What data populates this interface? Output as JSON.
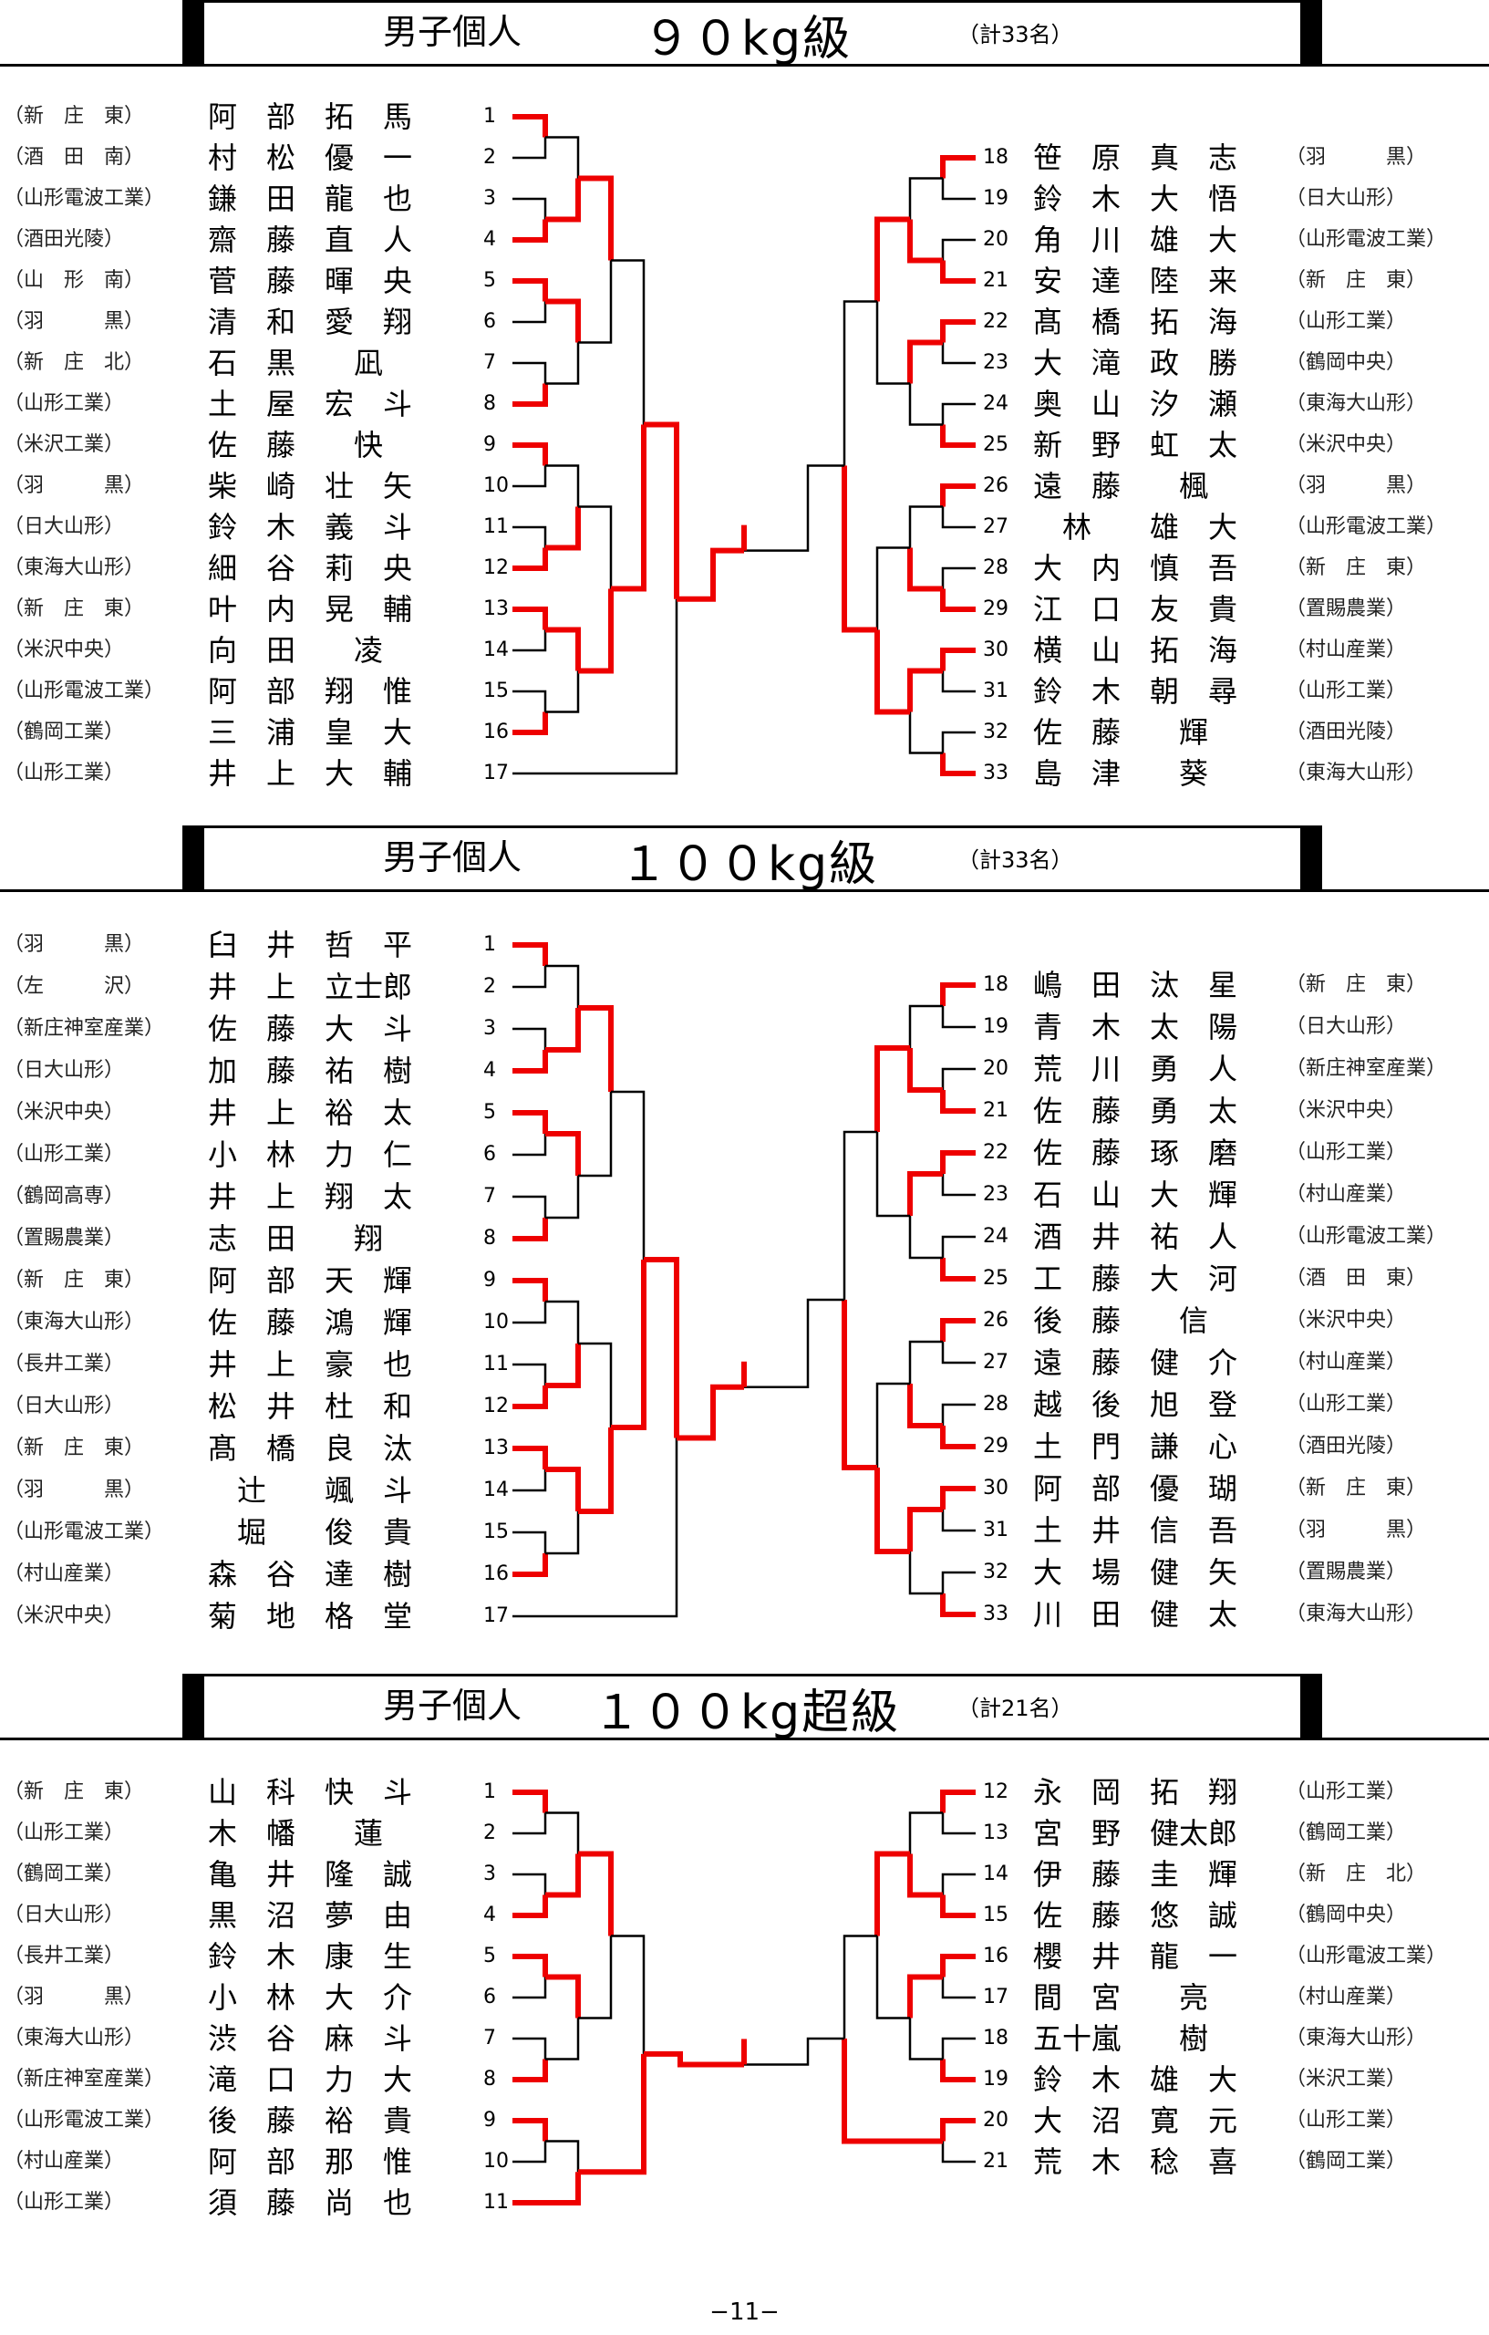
{
  "page_number": "−11−",
  "sections": [
    {
      "title": "男子個人",
      "weight_class": "９０kg級",
      "count": "（計33名）",
      "left": [
        {
          "no": "1",
          "school": "（新　庄　東）",
          "name": "阿　部　拓　馬"
        },
        {
          "no": "2",
          "school": "（酒　田　南）",
          "name": "村　松　優　一"
        },
        {
          "no": "3",
          "school": "（山形電波工業）",
          "name": "鎌　田　龍　也"
        },
        {
          "no": "4",
          "school": "（酒田光陵）",
          "name": "齋　藤　直　人"
        },
        {
          "no": "5",
          "school": "（山　形　南）",
          "name": "菅　藤　暉　央"
        },
        {
          "no": "6",
          "school": "（羽　　　黒）",
          "name": "清　和　愛　翔"
        },
        {
          "no": "7",
          "school": "（新　庄　北）",
          "name": "石　黒　　凪"
        },
        {
          "no": "8",
          "school": "（山形工業）",
          "name": "土　屋　宏　斗"
        },
        {
          "no": "9",
          "school": "（米沢工業）",
          "name": "佐　藤　　快"
        },
        {
          "no": "10",
          "school": "（羽　　　黒）",
          "name": "柴　崎　壮　矢"
        },
        {
          "no": "11",
          "school": "（日大山形）",
          "name": "鈴　木　義　斗"
        },
        {
          "no": "12",
          "school": "（東海大山形）",
          "name": "細　谷　莉　央"
        },
        {
          "no": "13",
          "school": "（新　庄　東）",
          "name": "叶　内　晃　輔"
        },
        {
          "no": "14",
          "school": "（米沢中央）",
          "name": "向　田　　凌"
        },
        {
          "no": "15",
          "school": "（山形電波工業）",
          "name": "阿　部　翔　惟"
        },
        {
          "no": "16",
          "school": "（鶴岡工業）",
          "name": "三　浦　皇　大"
        },
        {
          "no": "17",
          "school": "（山形工業）",
          "name": "井　上　大　輔"
        }
      ],
      "right": [
        {
          "no": "18",
          "school": "（羽　　　黒）",
          "name": "笹　原　真　志"
        },
        {
          "no": "19",
          "school": "（日大山形）",
          "name": "鈴　木　大　悟"
        },
        {
          "no": "20",
          "school": "（山形電波工業）",
          "name": "角　川　雄　大"
        },
        {
          "no": "21",
          "school": "（新　庄　東）",
          "name": "安　達　陸　来"
        },
        {
          "no": "22",
          "school": "（山形工業）",
          "name": "髙　橋　拓　海"
        },
        {
          "no": "23",
          "school": "（鶴岡中央）",
          "name": "大　滝　政　勝"
        },
        {
          "no": "24",
          "school": "（東海大山形）",
          "name": "奥　山　汐　瀬"
        },
        {
          "no": "25",
          "school": "（米沢中央）",
          "name": "新　野　虹　太"
        },
        {
          "no": "26",
          "school": "（羽　　　黒）",
          "name": "遠　藤　　楓"
        },
        {
          "no": "27",
          "school": "（山形電波工業）",
          "name": "　林　　雄　大"
        },
        {
          "no": "28",
          "school": "（新　庄　東）",
          "name": "大　内　慎　吾"
        },
        {
          "no": "29",
          "school": "（置賜農業）",
          "name": "江　口　友　貴"
        },
        {
          "no": "30",
          "school": "（村山産業）",
          "name": "横　山　拓　海"
        },
        {
          "no": "31",
          "school": "（山形工業）",
          "name": "鈴　木　朝　尋"
        },
        {
          "no": "32",
          "school": "（酒田光陵）",
          "name": "佐　藤　　輝"
        },
        {
          "no": "33",
          "school": "（東海大山形）",
          "name": "島　津　　葵"
        }
      ]
    },
    {
      "title": "男子個人",
      "weight_class": "１００kg級",
      "count": "（計33名）",
      "left": [
        {
          "no": "1",
          "school": "（羽　　　黒）",
          "name": "臼　井　哲　平"
        },
        {
          "no": "2",
          "school": "（左　　　沢）",
          "name": "井　上　立士郎"
        },
        {
          "no": "3",
          "school": "（新庄神室産業）",
          "name": "佐　藤　大　斗"
        },
        {
          "no": "4",
          "school": "（日大山形）",
          "name": "加　藤　祐　樹"
        },
        {
          "no": "5",
          "school": "（米沢中央）",
          "name": "井　上　裕　太"
        },
        {
          "no": "6",
          "school": "（山形工業）",
          "name": "小　林　力　仁"
        },
        {
          "no": "7",
          "school": "（鶴岡高専）",
          "name": "井　上　翔　太"
        },
        {
          "no": "8",
          "school": "（置賜農業）",
          "name": "志　田　　翔"
        },
        {
          "no": "9",
          "school": "（新　庄　東）",
          "name": "阿　部　天　輝"
        },
        {
          "no": "10",
          "school": "（東海大山形）",
          "name": "佐　藤　鴻　輝"
        },
        {
          "no": "11",
          "school": "（長井工業）",
          "name": "井　上　豪　也"
        },
        {
          "no": "12",
          "school": "（日大山形）",
          "name": "松　井　杜　和"
        },
        {
          "no": "13",
          "school": "（新　庄　東）",
          "name": "髙　橋　良　汰"
        },
        {
          "no": "14",
          "school": "（羽　　　黒）",
          "name": "　辻　　颯　斗"
        },
        {
          "no": "15",
          "school": "（山形電波工業）",
          "name": "　堀　　俊　貴"
        },
        {
          "no": "16",
          "school": "（村山産業）",
          "name": "森　谷　達　樹"
        },
        {
          "no": "17",
          "school": "（米沢中央）",
          "name": "菊　地　格　堂"
        }
      ],
      "right": [
        {
          "no": "18",
          "school": "（新　庄　東）",
          "name": "嶋　田　汰　星"
        },
        {
          "no": "19",
          "school": "（日大山形）",
          "name": "青　木　太　陽"
        },
        {
          "no": "20",
          "school": "（新庄神室産業）",
          "name": "荒　川　勇　人"
        },
        {
          "no": "21",
          "school": "（米沢中央）",
          "name": "佐　藤　勇　太"
        },
        {
          "no": "22",
          "school": "（山形工業）",
          "name": "佐　藤　琢　磨"
        },
        {
          "no": "23",
          "school": "（村山産業）",
          "name": "石　山　大　輝"
        },
        {
          "no": "24",
          "school": "（山形電波工業）",
          "name": "酒　井　祐　人"
        },
        {
          "no": "25",
          "school": "（酒　田　東）",
          "name": "工　藤　大　河"
        },
        {
          "no": "26",
          "school": "（米沢中央）",
          "name": "後　藤　　信"
        },
        {
          "no": "27",
          "school": "（村山産業）",
          "name": "遠　藤　健　介"
        },
        {
          "no": "28",
          "school": "（山形工業）",
          "name": "越　後　旭　登"
        },
        {
          "no": "29",
          "school": "（酒田光陵）",
          "name": "土　門　謙　心"
        },
        {
          "no": "30",
          "school": "（新　庄　東）",
          "name": "阿　部　優　瑚"
        },
        {
          "no": "31",
          "school": "（羽　　　黒）",
          "name": "土　井　信　吾"
        },
        {
          "no": "32",
          "school": "（置賜農業）",
          "name": "大　場　健　矢"
        },
        {
          "no": "33",
          "school": "（東海大山形）",
          "name": "川　田　健　太"
        }
      ]
    },
    {
      "title": "男子個人",
      "weight_class": "１００kg超級",
      "count": "（計21名）",
      "left": [
        {
          "no": "1",
          "school": "（新　庄　東）",
          "name": "山　科　快　斗"
        },
        {
          "no": "2",
          "school": "（山形工業）",
          "name": "木　幡　　蓮"
        },
        {
          "no": "3",
          "school": "（鶴岡工業）",
          "name": "亀　井　隆　誠"
        },
        {
          "no": "4",
          "school": "（日大山形）",
          "name": "黒　沼　夢　由"
        },
        {
          "no": "5",
          "school": "（長井工業）",
          "name": "鈴　木　康　生"
        },
        {
          "no": "6",
          "school": "（羽　　　黒）",
          "name": "小　林　大　介"
        },
        {
          "no": "7",
          "school": "（東海大山形）",
          "name": "渋　谷　麻　斗"
        },
        {
          "no": "8",
          "school": "（新庄神室産業）",
          "name": "滝　口　力　大"
        },
        {
          "no": "9",
          "school": "（山形電波工業）",
          "name": "後　藤　裕　貴"
        },
        {
          "no": "10",
          "school": "（村山産業）",
          "name": "阿　部　那　惟"
        },
        {
          "no": "11",
          "school": "（山形工業）",
          "name": "須　藤　尚　也"
        }
      ],
      "right": [
        {
          "no": "12",
          "school": "（山形工業）",
          "name": "永　岡　拓　翔"
        },
        {
          "no": "13",
          "school": "（鶴岡工業）",
          "name": "宮　野　健太郎"
        },
        {
          "no": "14",
          "school": "（新　庄　北）",
          "name": "伊　藤　圭　輝"
        },
        {
          "no": "15",
          "school": "（鶴岡中央）",
          "name": "佐　藤　悠　誠"
        },
        {
          "no": "16",
          "school": "（山形電波工業）",
          "name": "櫻　井　龍　一"
        },
        {
          "no": "17",
          "school": "（村山産業）",
          "name": "間　宮　　亮"
        },
        {
          "no": "18",
          "school": "（東海大山形）",
          "name": "五十嵐　　樹"
        },
        {
          "no": "19",
          "school": "（米沢工業）",
          "name": "鈴　木　雄　大"
        },
        {
          "no": "20",
          "school": "（山形工業）",
          "name": "大　沼　寛　元"
        },
        {
          "no": "21",
          "school": "（鶴岡工業）",
          "name": "荒　木　稔　喜"
        }
      ]
    }
  ],
  "colors": {
    "winner_line": "#ee0000",
    "line": "#000000"
  }
}
